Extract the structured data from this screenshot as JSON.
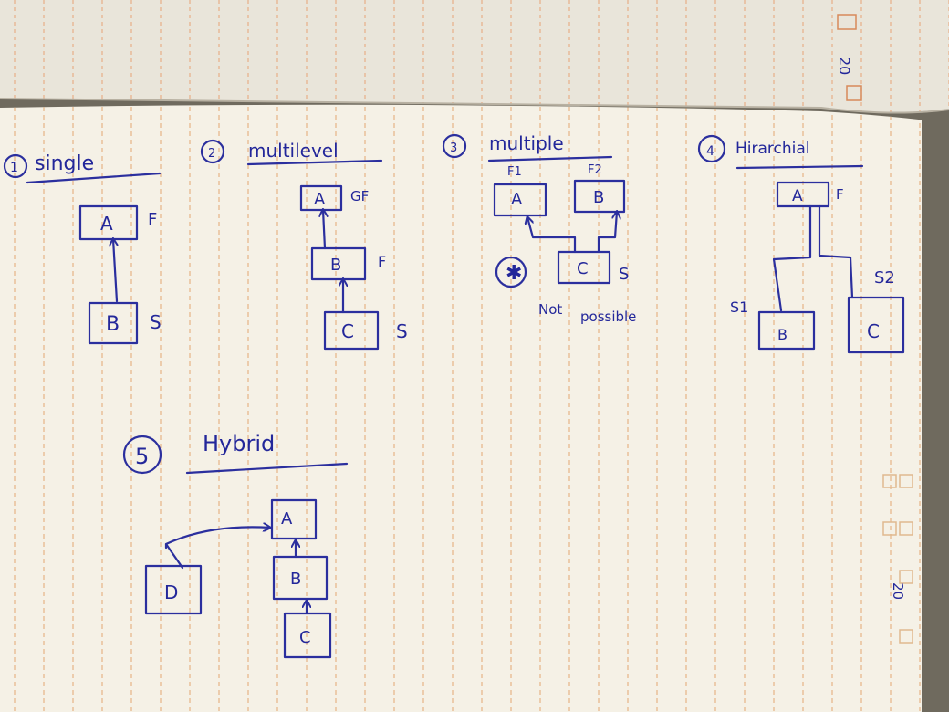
{
  "top_page": {
    "page_number": "20"
  },
  "sections": [
    {
      "number": "1",
      "title": "single",
      "nodes": [
        {
          "id": "A",
          "tag": "F"
        },
        {
          "id": "B",
          "tag": "S"
        }
      ]
    },
    {
      "number": "2",
      "title": "multilevel",
      "nodes": [
        {
          "id": "A",
          "tag": "GF"
        },
        {
          "id": "B",
          "tag": "F"
        },
        {
          "id": "C",
          "tag": "S"
        }
      ]
    },
    {
      "number": "3",
      "title": "multiple",
      "parent_tags": [
        "F1",
        "F2"
      ],
      "nodes": [
        {
          "id": "A"
        },
        {
          "id": "B"
        },
        {
          "id": "C",
          "tag": "S"
        }
      ],
      "note": [
        "Not",
        "possible"
      ]
    },
    {
      "number": "4",
      "title": "Hirarchial",
      "nodes": [
        {
          "id": "A",
          "tag": "F"
        },
        {
          "id": "B",
          "tag": "S1"
        },
        {
          "id": "C",
          "tag": "S2"
        }
      ]
    },
    {
      "number": "5",
      "title": "Hybrid",
      "nodes": [
        {
          "id": "A"
        },
        {
          "id": "B"
        },
        {
          "id": "C"
        },
        {
          "id": "D"
        }
      ]
    }
  ],
  "bottom_page": {
    "page_number": "20"
  },
  "colors": {
    "ink": "#23279a",
    "paper": "#f5f1e6",
    "rule": "#e6b98c",
    "margin": "#6f6a5e"
  }
}
